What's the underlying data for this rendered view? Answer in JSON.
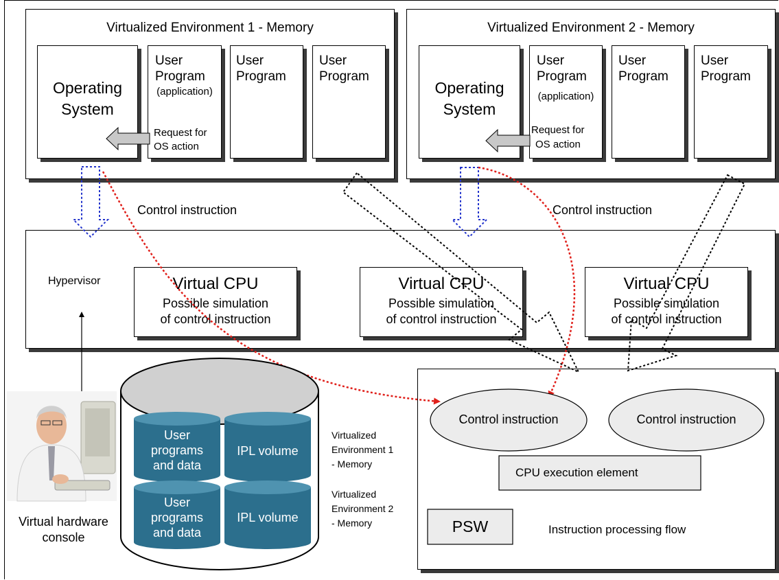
{
  "env1": {
    "title": "Virtualized Environment 1 - Memory",
    "os_line1": "Operating",
    "os_line2": "System",
    "prog_app_line1": "User",
    "prog_app_line2": "Program",
    "prog_app_line3": "(application)",
    "request_line1": "Request for",
    "request_line2": "OS action",
    "prog2_line1": "User",
    "prog2_line2": "Program",
    "prog3_line1": "User",
    "prog3_line2": "Program"
  },
  "env2": {
    "title": "Virtualized Environment 2 - Memory",
    "os_line1": "Operating",
    "os_line2": "System",
    "prog_app_line1": "User",
    "prog_app_line2": "Program",
    "prog_app_line3": "(application)",
    "request_line1": "Request for",
    "request_line2": "OS action",
    "prog2_line1": "User",
    "prog2_line2": "Program",
    "prog3_line1": "User",
    "prog3_line2": "Program"
  },
  "control_instruction_left": "Control instruction",
  "control_instruction_right": "Control instruction",
  "hypervisor": {
    "label": "Hypervisor",
    "vcpus": [
      {
        "title": "Virtual CPU",
        "line1": "Possible simulation",
        "line2": "of control instruction"
      },
      {
        "title": "Virtual CPU",
        "line1": "Possible simulation",
        "line2": "of control instruction"
      },
      {
        "title": "Virtual CPU",
        "line1": "Possible simulation",
        "line2": "of control instruction"
      }
    ]
  },
  "console": {
    "line1": "Virtual hardware",
    "line2": "console"
  },
  "storage": {
    "disks": [
      {
        "line1": "User",
        "line2": "programs",
        "line3": "and data"
      },
      {
        "label": "IPL volume"
      },
      {
        "line1": "User",
        "line2": "programs",
        "line3": "and data"
      },
      {
        "label": "IPL volume"
      }
    ],
    "env1_label": {
      "line1": "Virtualized",
      "line2": "Environment 1",
      "line3": "- Memory"
    },
    "env2_label": {
      "line1": "Virtualized",
      "line2": "Environment 2",
      "line3": "- Memory"
    }
  },
  "cpu": {
    "control_instruction_1": "Control instruction",
    "control_instruction_2": "Control instruction",
    "execution_element": "CPU execution element",
    "psw": "PSW",
    "flow_label": "Instruction processing flow"
  },
  "colors": {
    "disk_fill": "#2c6f8d",
    "disk_top": "#4f93b0",
    "red_dashed": "#e0201b",
    "blue_dashed": "#2233cc",
    "gray_fill": "#e8e8e8"
  }
}
